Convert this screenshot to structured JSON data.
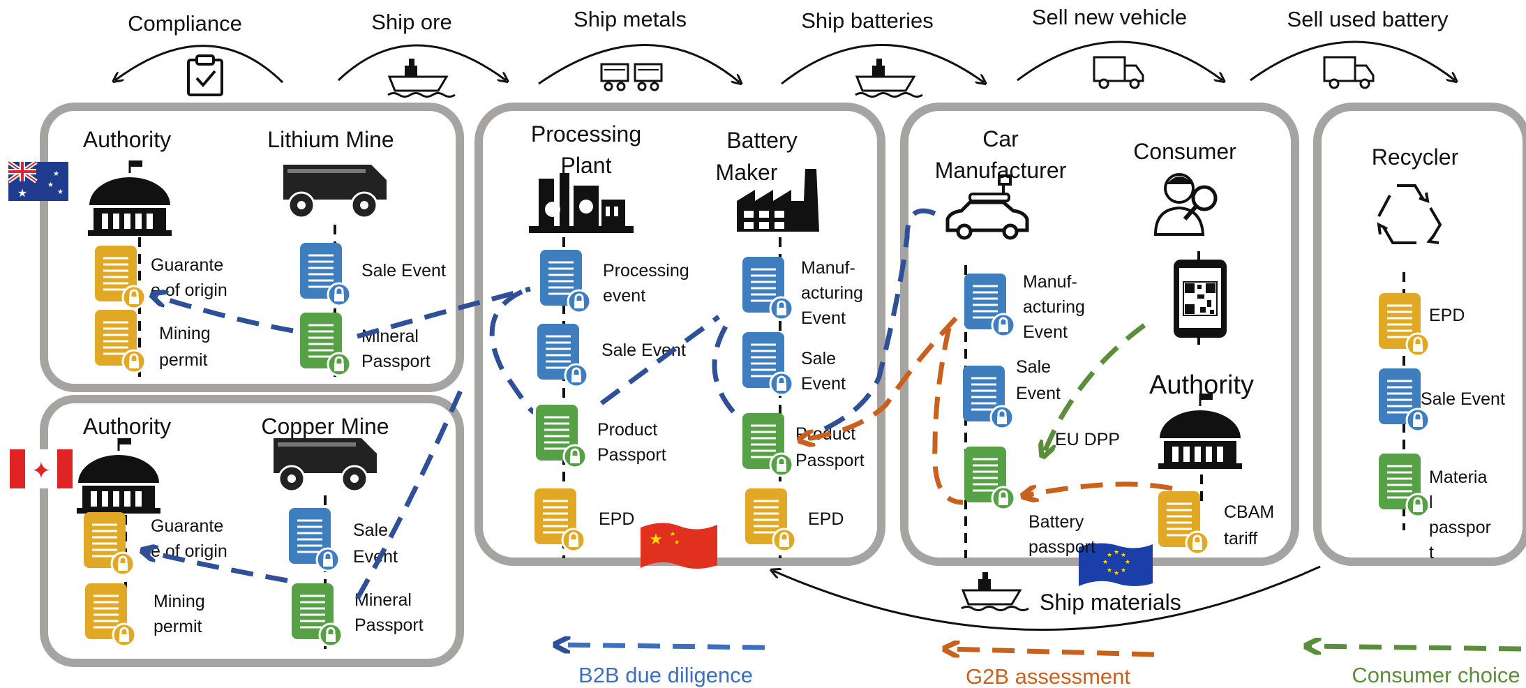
{
  "top_flows": [
    {
      "label": "Compliance",
      "icon": "clipboard-check-icon"
    },
    {
      "label": "Ship ore",
      "icon": "ship-icon"
    },
    {
      "label": "Ship metals",
      "icon": "rail-cars-icon"
    },
    {
      "label": "Ship batteries",
      "icon": "ship-icon"
    },
    {
      "label": "Sell new vehicle",
      "icon": "truck-icon"
    },
    {
      "label": "Sell used battery",
      "icon": "truck-icon"
    }
  ],
  "groups": {
    "australia": {
      "flag": "australia-flag",
      "authority": {
        "title": "Authority",
        "docs": [
          {
            "label1": "Guarante",
            "label2": "e of origin",
            "color": "#E0A824"
          },
          {
            "label1": "Mining",
            "label2": "permit",
            "color": "#E0A824"
          }
        ]
      },
      "mine": {
        "title": "Lithium Mine",
        "docs": [
          {
            "label1": "Sale Event",
            "label2": "",
            "color": "#3E7DBE"
          },
          {
            "label1": "Mineral",
            "label2": "Passport",
            "color": "#56A046"
          }
        ]
      }
    },
    "canada": {
      "flag": "canada-flag",
      "authority": {
        "title": "Authority",
        "docs": [
          {
            "label1": "Guarante",
            "label2": "e of origin",
            "color": "#E0A824"
          },
          {
            "label1": "Mining",
            "label2": "permit",
            "color": "#E0A824"
          }
        ]
      },
      "mine": {
        "title": "Copper Mine",
        "docs": [
          {
            "label1": "Sale",
            "label2": "Event",
            "color": "#3E7DBE"
          },
          {
            "label1": "Mineral",
            "label2": "Passport",
            "color": "#56A046"
          }
        ]
      }
    },
    "china": {
      "flag": "china-flag",
      "plant": {
        "title1": "Processing",
        "title2": "Plant",
        "docs": [
          {
            "label1": "Processing",
            "label2": "event",
            "color": "#3E7DBE"
          },
          {
            "label1": "Sale Event",
            "label2": "",
            "color": "#3E7DBE"
          },
          {
            "label1": "Product",
            "label2": "Passport",
            "color": "#56A046"
          },
          {
            "label1": "EPD",
            "label2": "",
            "color": "#E0A824"
          }
        ]
      },
      "maker": {
        "title1": "Battery",
        "title2": "Maker",
        "docs": [
          {
            "label1": "Manuf-",
            "label2": "acturing",
            "label3": "Event",
            "color": "#3E7DBE"
          },
          {
            "label1": "Sale",
            "label2": "Event",
            "color": "#3E7DBE"
          },
          {
            "label1": "Product",
            "label2": "Passport",
            "color": "#56A046"
          },
          {
            "label1": "EPD",
            "label2": "",
            "color": "#E0A824"
          }
        ]
      }
    },
    "eu": {
      "flag": "eu-flag",
      "car": {
        "title1": "Car",
        "title2": "Manufacturer",
        "docs": [
          {
            "label1": "Manuf-",
            "label2": "acturing",
            "label3": "Event",
            "color": "#3E7DBE"
          },
          {
            "label1": "Sale",
            "label2": "Event",
            "color": "#3E7DBE"
          },
          {
            "label1": "Battery",
            "label2": "passport",
            "color": "#56A046"
          }
        ]
      },
      "consumer": {
        "title": "Consumer"
      },
      "eu_dpp": "EU DPP",
      "authority": {
        "title": "Authority",
        "docs": [
          {
            "label1": "CBAM",
            "label2": "tariff",
            "color": "#E0A824"
          }
        ]
      }
    },
    "recycler": {
      "title": "Recycler",
      "docs": [
        {
          "label1": "EPD",
          "label2": "",
          "color": "#E0A824"
        },
        {
          "label1": "Sale Event",
          "label2": "",
          "color": "#3E7DBE"
        },
        {
          "label1": "Materia",
          "label2": "l",
          "label3": "passpor",
          "label4": "t",
          "color": "#56A046"
        }
      ]
    }
  },
  "ship_materials": "Ship materials",
  "legend": [
    {
      "label": "B2B due diligence",
      "color": "#3C5A9F"
    },
    {
      "label": "G2B assessment",
      "color": "#C8611E"
    },
    {
      "label": "Consumer choice",
      "color": "#5B8E3A"
    }
  ]
}
